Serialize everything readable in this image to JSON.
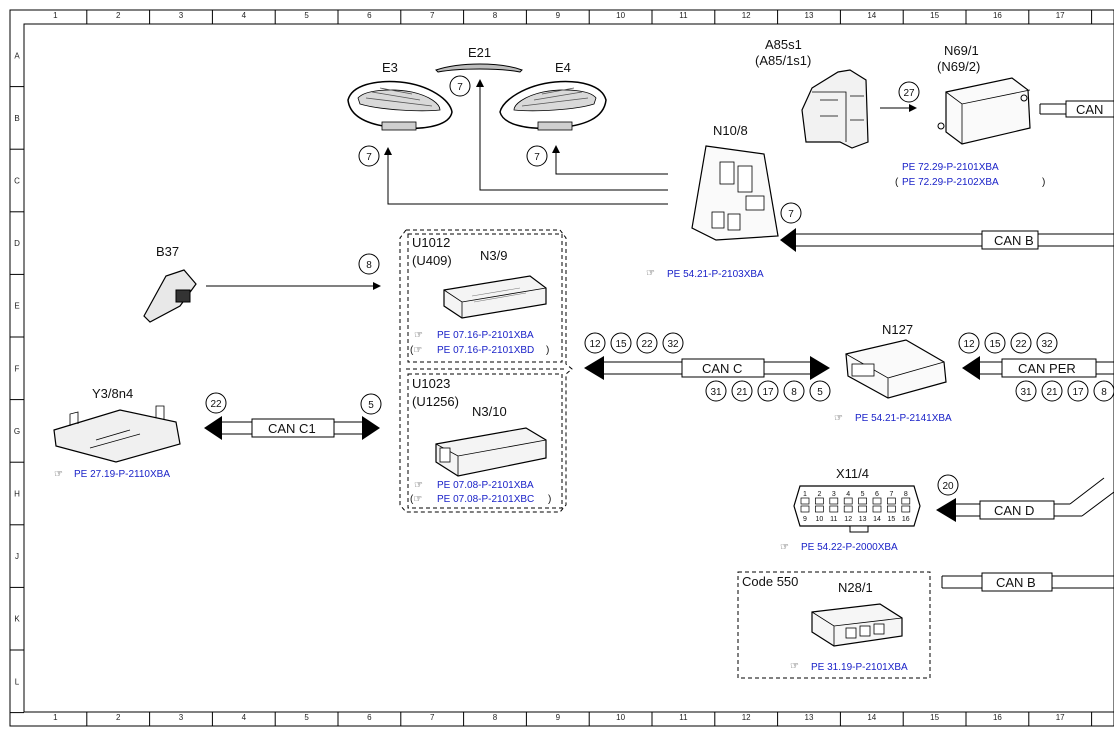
{
  "frame": {
    "columns": [
      "1",
      "2",
      "3",
      "4",
      "5",
      "6",
      "7",
      "8",
      "9",
      "10",
      "11",
      "12",
      "13",
      "14",
      "15",
      "16",
      "17"
    ],
    "rows": [
      "A",
      "B",
      "C",
      "D",
      "E",
      "F",
      "G",
      "H",
      "J",
      "K",
      "L"
    ]
  },
  "components": {
    "e3": "E3",
    "e21": "E21",
    "e4": "E4",
    "a85s1": "A85s1",
    "a85s1_alt": "(A85/1s1)",
    "n69_1": "N69/1",
    "n69_1_alt": "(N69/2)",
    "n10_8": "N10/8",
    "b37": "B37",
    "u1012": "U1012",
    "u1012_alt": "(U409)",
    "n3_9": "N3/9",
    "u1023": "U1023",
    "u1023_alt": "(U1256)",
    "n3_10": "N3/10",
    "n127": "N127",
    "y3_8n4": "Y3/8n4",
    "x11_4": "X11/4",
    "code550": "Code 550",
    "n28_1": "N28/1"
  },
  "references": {
    "n69_a": "PE 72.29-P-2101XBA",
    "n69_b": "PE 72.29-P-2102XBA",
    "n10_8": "PE 54.21-P-2103XBA",
    "n3_9_a": "PE 07.16-P-2101XBA",
    "n3_9_b": "PE 07.16-P-2101XBD",
    "n3_10_a": "PE 07.08-P-2101XBA",
    "n3_10_b": "PE 07.08-P-2101XBC",
    "n127": "PE 54.21-P-2141XBA",
    "y3_8n4": "PE 27.19-P-2110XBA",
    "x11_4": "PE 54.22-P-2000XBA",
    "n28_1": "PE 31.19-P-2101XBA"
  },
  "buses": {
    "can_n69": "CAN",
    "can_b_n10": "CAN B",
    "can_c": "CAN C",
    "can_per": "CAN PER",
    "can_c1": "CAN C1",
    "can_d": "CAN D",
    "can_b_n28": "CAN B"
  },
  "signals": {
    "e3": "7",
    "e21": "7",
    "e4": "7",
    "a85": "27",
    "n10_can": "7",
    "b37": "8",
    "canc_top": [
      "12",
      "15",
      "22",
      "32"
    ],
    "canc_bottom": [
      "31",
      "21",
      "17",
      "8",
      "5"
    ],
    "canper_top": [
      "12",
      "15",
      "22",
      "32"
    ],
    "canper_bottom": [
      "31",
      "21",
      "17",
      "8"
    ],
    "canc1_left": "22",
    "canc1_right": "5",
    "cand": "20"
  },
  "connector_pins": {
    "top": [
      "1",
      "2",
      "3",
      "4",
      "5",
      "6",
      "7",
      "8"
    ],
    "bottom": [
      "9",
      "10",
      "11",
      "12",
      "13",
      "14",
      "15",
      "16"
    ]
  }
}
